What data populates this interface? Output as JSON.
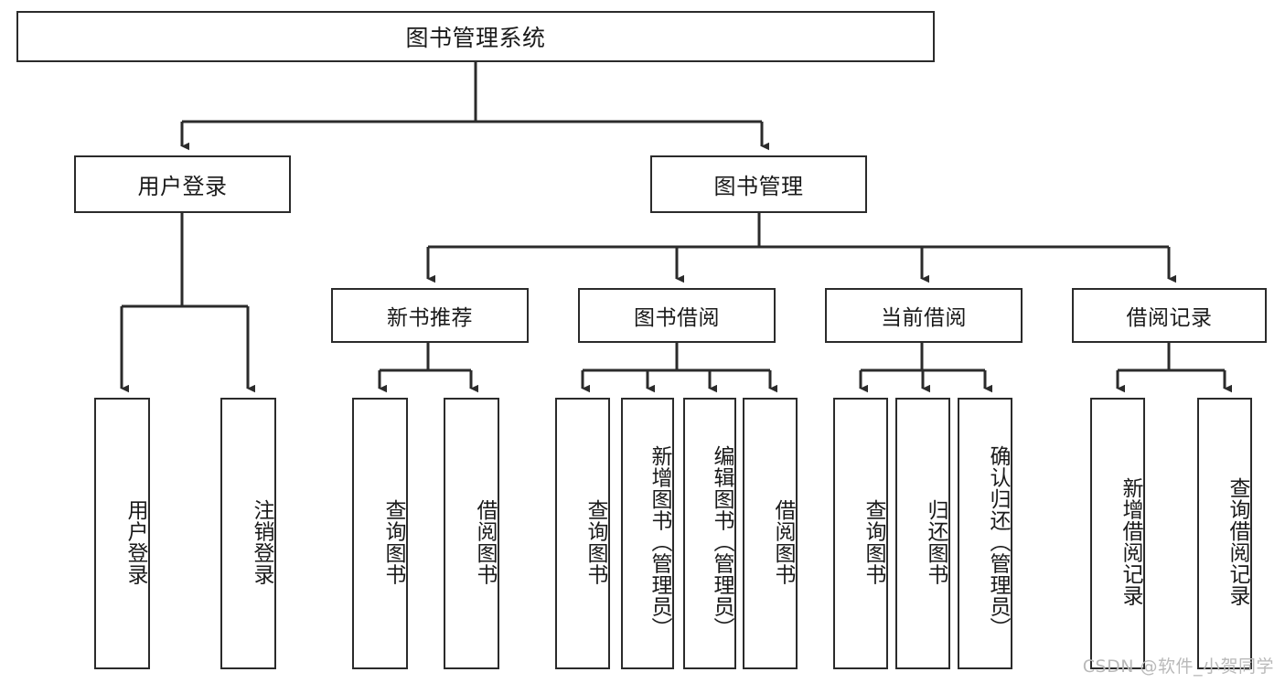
{
  "diagram": {
    "title": "图书管理系统",
    "type": "hierarchy-tree",
    "watermark": "CSDN @软件_小贺同学",
    "colors": {
      "stroke": "#2b2b2b",
      "fill": "#ffffff",
      "text": "#1a1a1a",
      "watermark": "#b9b9b9"
    },
    "levels": {
      "root": {
        "label": "图书管理系统"
      },
      "level2": [
        {
          "id": "user-login",
          "label": "用户登录"
        },
        {
          "id": "book-manage",
          "label": "图书管理"
        }
      ],
      "level3": [
        {
          "id": "new-book-recommend",
          "label": "新书推荐",
          "parent": "book-manage"
        },
        {
          "id": "book-borrow",
          "label": "图书借阅",
          "parent": "book-manage"
        },
        {
          "id": "current-borrow",
          "label": "当前借阅",
          "parent": "book-manage"
        },
        {
          "id": "borrow-record",
          "label": "借阅记录",
          "parent": "book-manage"
        }
      ],
      "leaves": [
        {
          "id": "leaf-user-login",
          "label": "用户登录",
          "parent": "user-login"
        },
        {
          "id": "leaf-logout-login",
          "label": "注销登录",
          "parent": "user-login"
        },
        {
          "id": "leaf-query-book-1",
          "label": "查询图书",
          "parent": "new-book-recommend"
        },
        {
          "id": "leaf-borrow-book-1",
          "label": "借阅图书",
          "parent": "new-book-recommend"
        },
        {
          "id": "leaf-query-book-2",
          "label": "查询图书",
          "parent": "book-borrow"
        },
        {
          "id": "leaf-add-book",
          "label": "新增图书（管理员）",
          "parent": "book-borrow"
        },
        {
          "id": "leaf-edit-book",
          "label": "编辑图书（管理员）",
          "parent": "book-borrow"
        },
        {
          "id": "leaf-borrow-book-2",
          "label": "借阅图书",
          "parent": "book-borrow"
        },
        {
          "id": "leaf-query-book-3",
          "label": "查询图书",
          "parent": "current-borrow"
        },
        {
          "id": "leaf-return-book",
          "label": "归还图书",
          "parent": "current-borrow"
        },
        {
          "id": "leaf-confirm-return",
          "label": "确认归还（管理员）",
          "parent": "current-borrow"
        },
        {
          "id": "leaf-add-record",
          "label": "新增借阅记录",
          "parent": "borrow-record"
        },
        {
          "id": "leaf-query-record",
          "label": "查询借阅记录",
          "parent": "borrow-record"
        }
      ]
    }
  }
}
